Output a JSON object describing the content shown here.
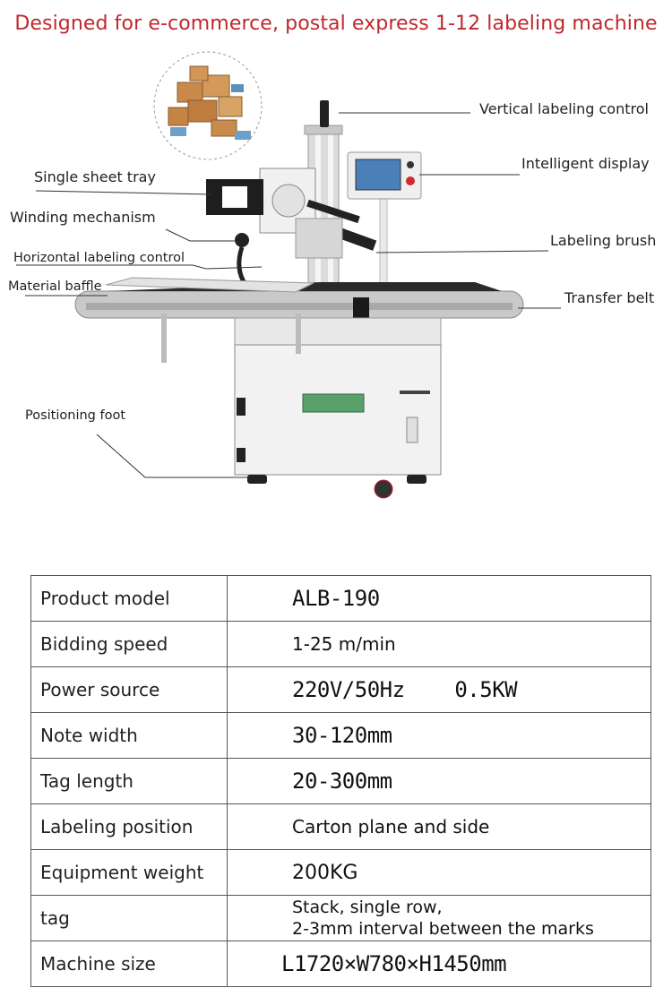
{
  "title": "Designed for e-commerce, postal express 1-12 labeling machine",
  "callouts": {
    "vertical_control": "Vertical labeling control",
    "intelligent_display": "Intelligent display",
    "single_sheet_tray": "Single sheet tray",
    "winding_mechanism": "Winding mechanism",
    "labeling_brush": "Labeling brush",
    "horizontal_control": "Horizontal labeling control",
    "material_baffle": "Material baffle",
    "transfer_belt": "Transfer belt",
    "positioning_foot": "Positioning foot"
  },
  "specs": [
    {
      "key": "Product model",
      "value": "ALB-190"
    },
    {
      "key": "Bidding speed",
      "value": "1-25 m/min"
    },
    {
      "key": "Power source",
      "value": "220V/50Hz    0.5KW"
    },
    {
      "key": "Note width",
      "value": "30-120mm"
    },
    {
      "key": "Tag length",
      "value": "20-300mm"
    },
    {
      "key": "Labeling position",
      "value": "Carton plane and side"
    },
    {
      "key": "Equipment weight",
      "value": "200KG"
    },
    {
      "key": "tag",
      "value_line1": "Stack, single row,",
      "value_line2": "2-3mm interval between the marks"
    },
    {
      "key": "Machine size",
      "value": "L1720×W780×H1450mm"
    }
  ],
  "colors": {
    "title": "#c0272d",
    "belt": "#2a2a2a",
    "cabinet": "#f2f2f2"
  }
}
